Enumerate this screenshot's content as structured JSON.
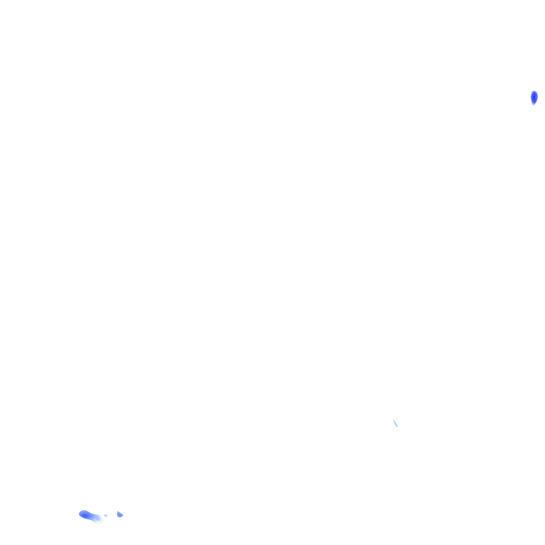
{
  "canvas": {
    "background": "#ffffff"
  },
  "marks": [
    {
      "name": "speck-top-right",
      "color": "#2b3bff"
    },
    {
      "name": "speck-middle-right",
      "color": "#7fb2ff"
    },
    {
      "name": "speck-bottom-left",
      "color": "#5a8cff"
    }
  ]
}
